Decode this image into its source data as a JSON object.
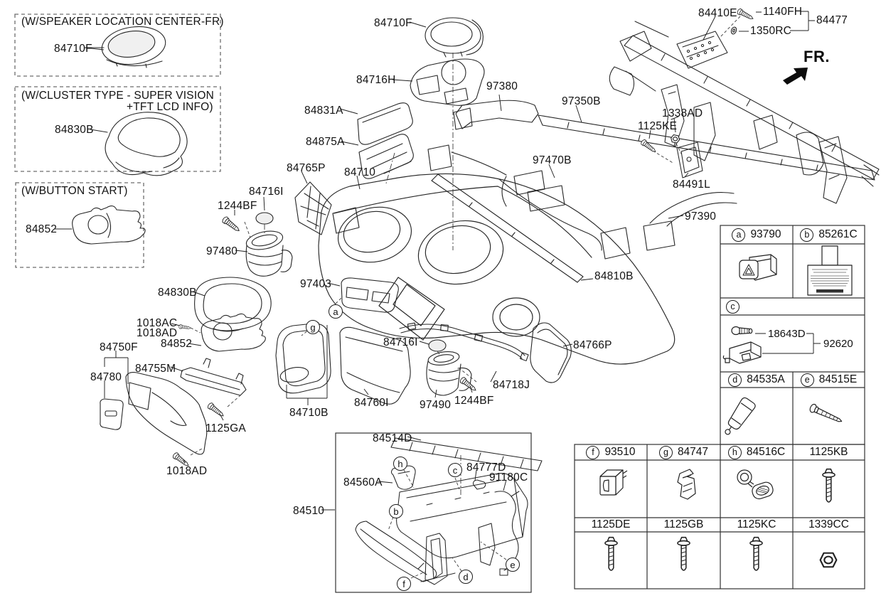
{
  "inset_boxes": {
    "speaker": {
      "title": "(W/SPEAKER LOCATION CENTER-FR)",
      "part": "84710F"
    },
    "cluster": {
      "title_line1": "(W/CLUSTER TYPE - SUPER VISION",
      "title_line2": "+TFT LCD INFO)",
      "part": "84830B"
    },
    "button_start": {
      "title": "(W/BUTTON START)",
      "part": "84852"
    }
  },
  "fr_indicator": "FR.",
  "labels": {
    "p84710f": "84710F",
    "p84716h": "84716H",
    "p97380": "97380",
    "p97350b": "97350B",
    "p84831a": "84831A",
    "p84875a": "84875A",
    "p84765p": "84765P",
    "p84710": "84710",
    "p84716i_a": "84716I",
    "p1244bf_a": "1244BF",
    "p97480": "97480",
    "p97470b": "97470B",
    "p84810b": "84810B",
    "p84830b": "84830B",
    "p97403": "97403",
    "p1018ac": "1018AC",
    "p1018ad_a": "1018AD",
    "p84852": "84852",
    "p84750f": "84750F",
    "p84755m": "84755M",
    "p84780": "84780",
    "p1125ga": "1125GA",
    "p1018ad_b": "1018AD",
    "p84710b": "84710B",
    "p84760i": "84760I",
    "p97490": "97490",
    "p84716i_b": "84716I",
    "p1244bf_b": "1244BF",
    "p84718j": "84718J",
    "p84766p": "84766P",
    "p97390": "97390",
    "p84491l": "84491L",
    "p1338ad": "1338AD",
    "p1125ke": "1125KE",
    "p84410e": "84410E",
    "p1140fh": "1140FH",
    "p1350rc": "1350RC",
    "p84477": "84477",
    "p84514d": "84514D",
    "p84777d": "84777D",
    "p91180c": "91180C",
    "p84560a": "84560A",
    "p84510": "84510"
  },
  "refs": {
    "a": "a",
    "b": "b",
    "c": "c",
    "d": "d",
    "e": "e",
    "f": "f",
    "g": "g",
    "h": "h"
  },
  "parts_table": {
    "header_a": {
      "letter": "a",
      "part": "93790"
    },
    "header_b": {
      "letter": "b",
      "part": "85261C"
    },
    "header_c": {
      "letter": "c"
    },
    "c_bulb_part": "18643D",
    "c_lamp_assy_part": "92620",
    "header_d": {
      "letter": "d",
      "part": "84535A"
    },
    "header_e": {
      "letter": "e",
      "part": "84515E"
    },
    "header_f": {
      "letter": "f",
      "part": "93510"
    },
    "header_g": {
      "letter": "g",
      "part": "84747"
    },
    "header_h": {
      "letter": "h",
      "part": "84516C"
    },
    "header_kb": {
      "part": "1125KB"
    },
    "header_de": {
      "part": "1125DE"
    },
    "header_gb": {
      "part": "1125GB"
    },
    "header_kc": {
      "part": "1125KC"
    },
    "header_cc": {
      "part": "1339CC"
    }
  }
}
